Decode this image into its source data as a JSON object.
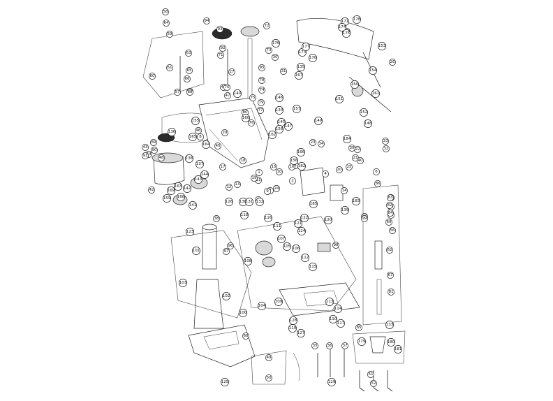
{
  "drawing": {
    "colors": {
      "line": "#222222",
      "fill_dark": "#2b2b2b",
      "fill_light": "#d9d9d9",
      "background": "#ffffff"
    },
    "callouts": [
      "1",
      "2",
      "3",
      "4",
      "5",
      "6",
      "7",
      "8",
      "9",
      "10",
      "11",
      "12",
      "13",
      "14",
      "15",
      "16",
      "17",
      "18",
      "19",
      "20",
      "21",
      "22",
      "23",
      "24",
      "25",
      "26",
      "27",
      "28",
      "29",
      "30",
      "31",
      "32",
      "33",
      "34",
      "35",
      "36",
      "37",
      "38",
      "39",
      "40",
      "41",
      "42",
      "43",
      "44",
      "45",
      "46",
      "47",
      "48",
      "49",
      "50",
      "51",
      "52",
      "53",
      "54",
      "55",
      "56",
      "57",
      "58",
      "59",
      "60",
      "61",
      "62",
      "63",
      "64",
      "65",
      "66",
      "67",
      "68",
      "69",
      "70",
      "71",
      "72",
      "73",
      "74",
      "75",
      "76",
      "77",
      "78",
      "79",
      "80",
      "81",
      "82",
      "83",
      "84",
      "85",
      "86",
      "87",
      "88",
      "89",
      "90",
      "91",
      "92",
      "93",
      "94",
      "95",
      "96",
      "97",
      "98",
      "99",
      "100",
      "101",
      "102",
      "103",
      "104",
      "105",
      "106",
      "107",
      "108",
      "109",
      "110",
      "111",
      "112",
      "113",
      "114",
      "115",
      "116",
      "117",
      "118",
      "119",
      "120",
      "121",
      "122",
      "123",
      "124",
      "125",
      "126",
      "127",
      "128",
      "129",
      "130",
      "131",
      "132",
      "133",
      "134",
      "135",
      "136",
      "137",
      "138",
      "139",
      "140",
      "141",
      "142",
      "143",
      "144",
      "145",
      "146",
      "147",
      "148",
      "149",
      "150",
      "151",
      "152",
      "153",
      "154",
      "155",
      "156",
      "157",
      "158",
      "159",
      "160",
      "161",
      "162",
      "163",
      "164",
      "165",
      "166",
      "167",
      "168",
      "169",
      "170",
      "171",
      "172",
      "173",
      "174",
      "175",
      "176",
      "177",
      "178",
      "179",
      "180",
      "181",
      "182",
      "183",
      "184",
      "185"
    ]
  }
}
